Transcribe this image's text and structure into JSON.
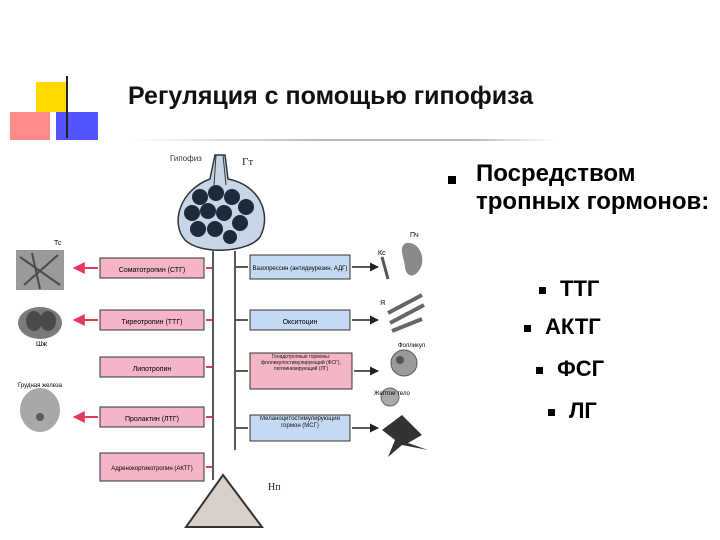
{
  "title": "Регуляция с помощью гипофиза",
  "diagram": {
    "header_left": "Гипофиз",
    "header_right": "Гт",
    "bottom_label": "Нп",
    "left_boxes": [
      "Соматотропин (СТГ)",
      "Тиреотропин (ТТГ)",
      "Липотропин",
      "Пролактин (ЛТГ)",
      "Адренокортикотропин (АКТГ)"
    ],
    "right_boxes": [
      "Вазопрессин (антидиурезин, АДГ)",
      "Окситоцин",
      "Гонадотропные гормоны: фолликулостимулирующий (ФСГ), лютеинизирующий (ЛГ)",
      "Меланоцитостимулирующий гормон (МСГ)"
    ],
    "organ_labels_left": [
      "Тс",
      "Шж",
      "Грудная железа"
    ],
    "organ_labels_right": [
      "Пч",
      "Кс",
      "Я",
      "Фолликул",
      "Желтое тело"
    ]
  },
  "bullets": {
    "main": "Посредством тропных гормонов:",
    "items": [
      "ТТГ",
      "АКТГ",
      "ФСГ",
      "ЛГ"
    ]
  }
}
